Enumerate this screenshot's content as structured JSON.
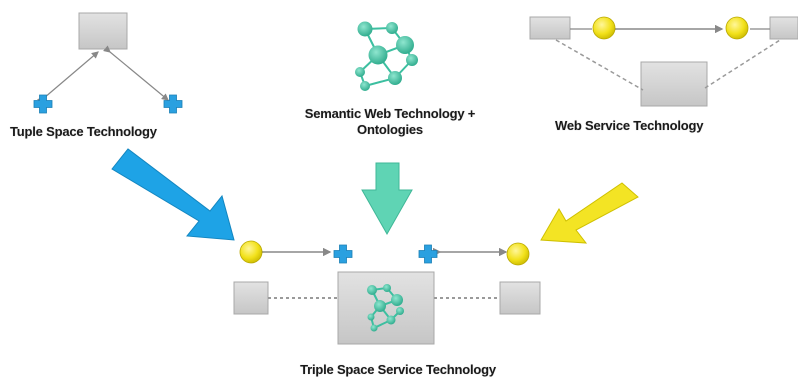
{
  "labels": {
    "tuple_space": "Tuple Space Technology",
    "semantic_web_line1": "Semantic Web Technology +",
    "semantic_web_line2": "Ontologies",
    "web_service": "Web Service Technology",
    "triple_space_service": "Triple Space Service Technology"
  },
  "colors": {
    "box_fill": "#d2d2d2",
    "box_stroke": "#a8a8a8",
    "plus_blue": "#2aa0e0",
    "node_yellow": "#f2e11a",
    "graph_teal": "#3cbfa0",
    "arrow_blue": "#1ea3e6",
    "arrow_teal": "#5fd4b4",
    "arrow_yellow": "#f3e424",
    "connector_gray": "#888888",
    "dash_gray": "#9a9a9a"
  },
  "icons": {
    "space": "tuple-space-box-icon",
    "client": "plus-icon",
    "service_endpoint": "yellow-circle-icon",
    "ontology": "ontology-graph-icon",
    "flow": "big-arrow-icon"
  }
}
